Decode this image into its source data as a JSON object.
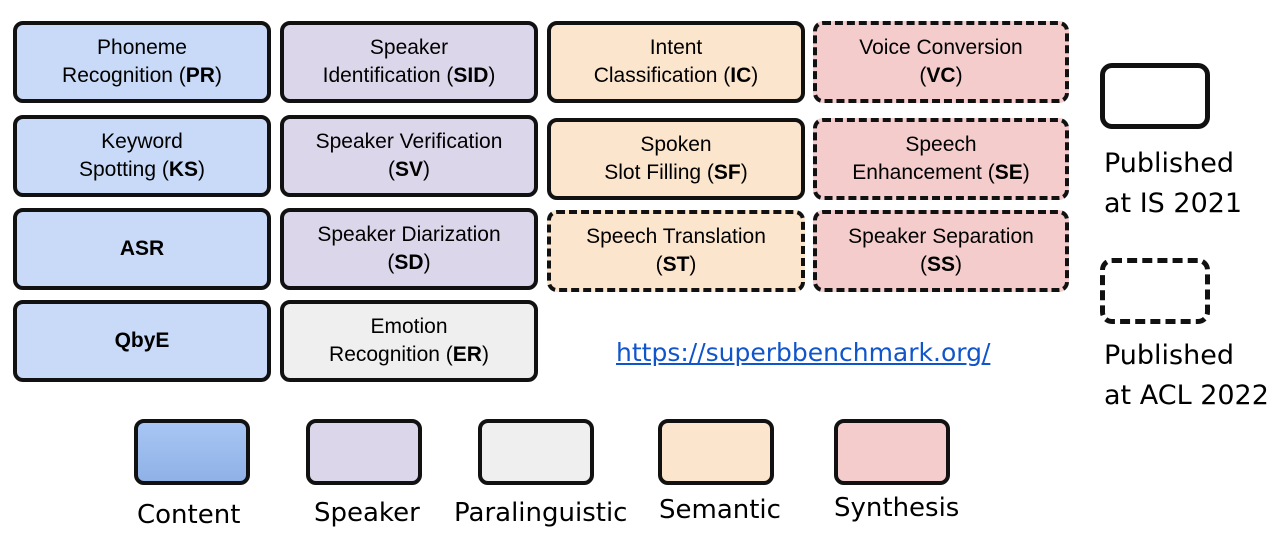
{
  "tasks": {
    "pr": {
      "line1": "Phoneme",
      "line2_prefix": "Recognition (",
      "abbr": "PR",
      "line2_suffix": ")"
    },
    "sid": {
      "line1": "Speaker",
      "line2_prefix": "Identification (",
      "abbr": "SID",
      "line2_suffix": ")"
    },
    "ic": {
      "line1": "Intent",
      "line2_prefix": "Classification (",
      "abbr": "IC",
      "line2_suffix": ")"
    },
    "vc": {
      "line1": "Voice Conversion",
      "line2_prefix": "(",
      "abbr": "VC",
      "line2_suffix": ")"
    },
    "ks": {
      "line1": "Keyword",
      "line2_prefix": "Spotting (",
      "abbr": "KS",
      "line2_suffix": ")"
    },
    "sv": {
      "line1": "Speaker Verification",
      "line2_prefix": "(",
      "abbr": "SV",
      "line2_suffix": ")"
    },
    "sf": {
      "line1": "Spoken",
      "line2_prefix": "Slot Filling (",
      "abbr": "SF",
      "line2_suffix": ")"
    },
    "se": {
      "line1": "Speech",
      "line2_prefix": "Enhancement  (",
      "abbr": "SE",
      "line2_suffix": ")"
    },
    "asr": {
      "label": "ASR"
    },
    "sd": {
      "line1": "Speaker Diarization",
      "line2_prefix": "(",
      "abbr": "SD",
      "line2_suffix": ")"
    },
    "st": {
      "line1": "Speech Translation",
      "line2_prefix": "(",
      "abbr": "ST",
      "line2_suffix": ")"
    },
    "ss": {
      "line1": "Speaker Separation",
      "line2_prefix": "(",
      "abbr": "SS",
      "line2_suffix": ")"
    },
    "qbye": {
      "label": "QbyE"
    },
    "er": {
      "line1": "Emotion",
      "line2_prefix": "Recognition (",
      "abbr": "ER",
      "line2_suffix": ")"
    }
  },
  "link": "https://superbbenchmark.org/",
  "publication_legend": {
    "solid_line1": "Published",
    "solid_line2": "at IS 2021",
    "dashed_line1": "Published",
    "dashed_line2": "at ACL 2022"
  },
  "category_legend": [
    {
      "label": "Content",
      "color": "#c8daf8"
    },
    {
      "label": "Speaker",
      "color": "#dcd6ea"
    },
    {
      "label": "Paralinguistic",
      "color": "#efefef"
    },
    {
      "label": "Semantic",
      "color": "#fce5cd"
    },
    {
      "label": "Synthesis",
      "color": "#f4cccc"
    }
  ]
}
